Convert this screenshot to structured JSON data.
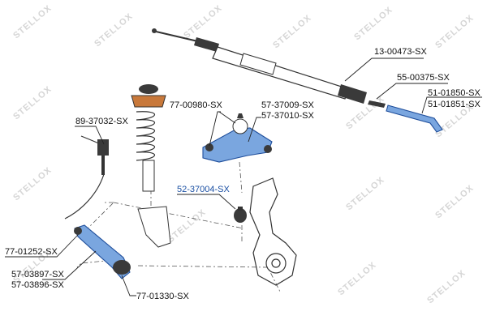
{
  "watermark": {
    "text": "STELLOX"
  },
  "colors": {
    "highlight": "#7aa6df",
    "highlight_stroke": "#1f4e9b",
    "active_label": "#1a4fa3"
  },
  "labels": {
    "rack": "13-00473-SX",
    "tie_rod_boot": "55-00375-SX",
    "tie_rod_end_1": "51-01850-SX",
    "tie_rod_end_2": "51-01851-SX",
    "upper_bushing": "77-00980-SX",
    "upper_arm_1": "57-37009-SX",
    "upper_arm_2": "57-37010-SX",
    "stabilizer": "89-37032-SX",
    "ball_joint": "52-37004-SX",
    "lower_bushing_front": "77-01252-SX",
    "lower_arm_1": "57-03897-SX",
    "lower_arm_2": "57-03896-SX",
    "lower_bushing_rear": "77-01330-SX"
  }
}
